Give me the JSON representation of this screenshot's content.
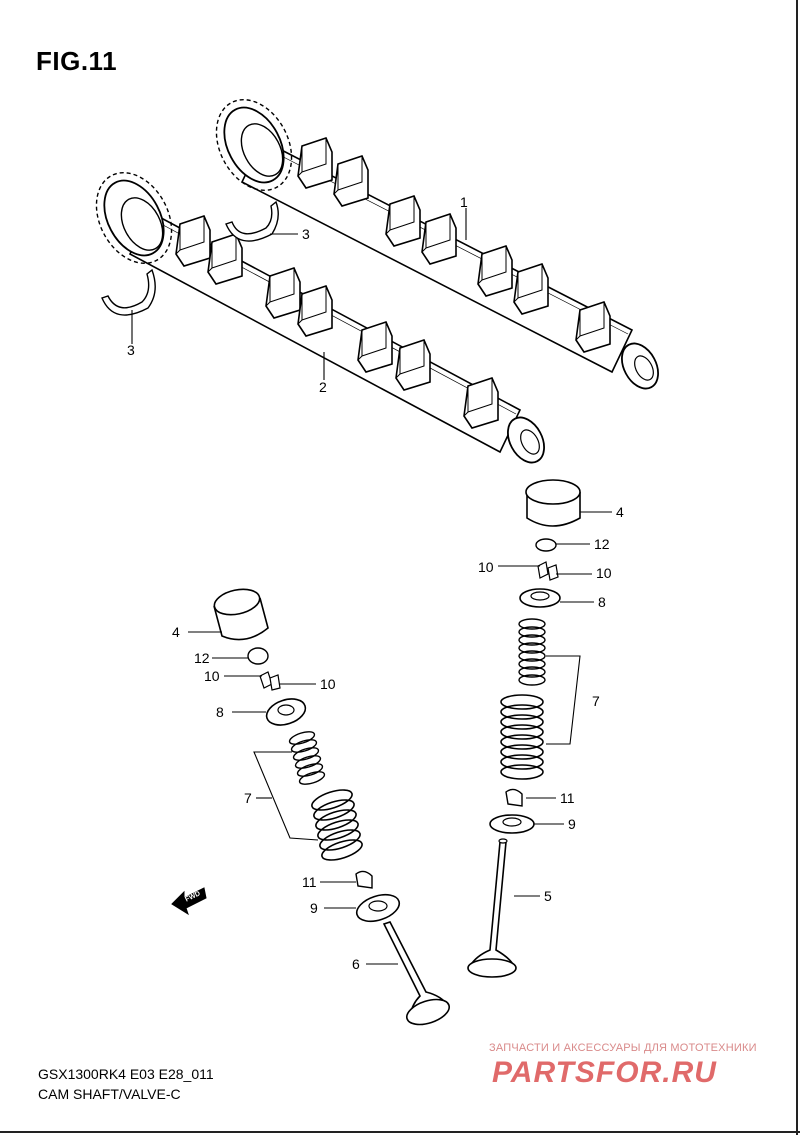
{
  "figure": {
    "title": "FIG.11",
    "model_code": "GSX1300RK4 E03 E28_011",
    "caption": "CAM SHAFT/VALVE-C"
  },
  "diagram": {
    "fwd_label": "FWD"
  },
  "callouts": [
    {
      "number": "1"
    },
    {
      "number": "3"
    },
    {
      "number": "3"
    },
    {
      "number": "2"
    },
    {
      "number": "4"
    },
    {
      "number": "12"
    },
    {
      "number": "10"
    },
    {
      "number": "10"
    },
    {
      "number": "8"
    },
    {
      "number": "7"
    },
    {
      "number": "11"
    },
    {
      "number": "9"
    },
    {
      "number": "5"
    },
    {
      "number": "4"
    },
    {
      "number": "12"
    },
    {
      "number": "10"
    },
    {
      "number": "10"
    },
    {
      "number": "8"
    },
    {
      "number": "7"
    },
    {
      "number": "11"
    },
    {
      "number": "9"
    },
    {
      "number": "6"
    }
  ],
  "watermark": {
    "tagline": "ЗАПЧАСТИ И АКСЕССУАРЫ ДЛЯ МОТОТЕХНИКИ",
    "logo": "PARTSFOR.RU",
    "color": "#e06a6a"
  },
  "colors": {
    "line": "#000000",
    "background": "#ffffff"
  }
}
